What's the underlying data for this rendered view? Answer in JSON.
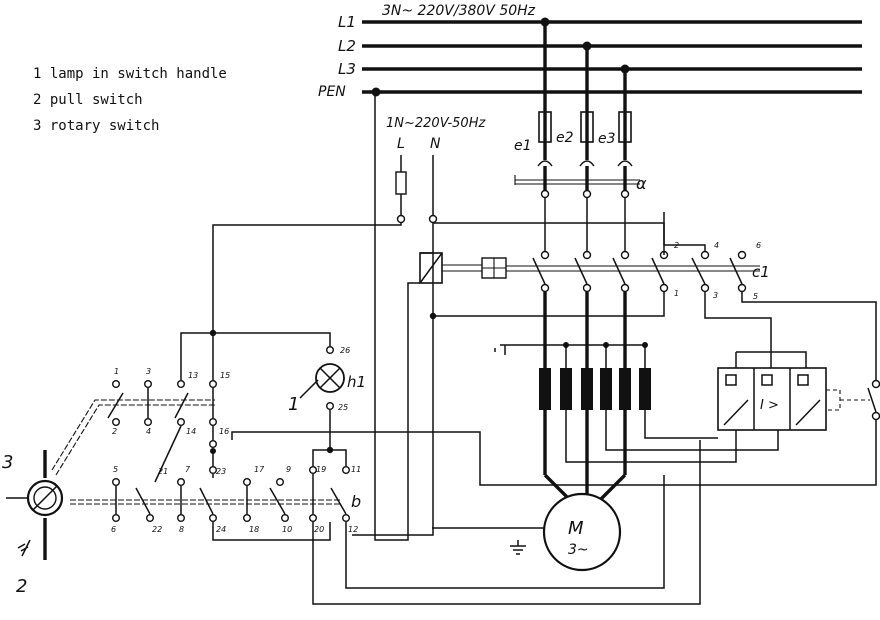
{
  "legend": {
    "items": [
      "1 lamp in switch handle",
      "2 pull switch",
      "3 rotary switch"
    ]
  },
  "supply": {
    "three_phase": "3N~ 220V/380V 50Hz",
    "single_phase": "1N~220V-50Hz",
    "lines": [
      "L1",
      "L2",
      "L3",
      "PEN"
    ],
    "single_lines": [
      "L",
      "N"
    ]
  },
  "labels": {
    "fuses": [
      "e1",
      "e2",
      "e3"
    ],
    "alpha": "α",
    "contactor": "c1",
    "lamp": "h1",
    "motor_m": "M",
    "motor_3": "3~",
    "overload": "I >",
    "b": "b",
    "callout_1": "1",
    "callout_2": "2",
    "callout_3": "3",
    "contactor_terms": [
      "2",
      "4",
      "6",
      "1",
      "3",
      "5"
    ],
    "lamp_terms": [
      "26",
      "25"
    ],
    "switch_top": [
      "1",
      "3",
      "13",
      "15"
    ],
    "switch_top_bottom": [
      "2",
      "4",
      "14",
      "16"
    ],
    "switch_low_top": [
      "5",
      "7",
      "17",
      "9",
      "19",
      "11"
    ],
    "switch_low_bottom": [
      "6",
      "22",
      "8",
      "24",
      "18",
      "10",
      "20",
      "12"
    ],
    "switch_mid": [
      "21",
      "23"
    ]
  }
}
